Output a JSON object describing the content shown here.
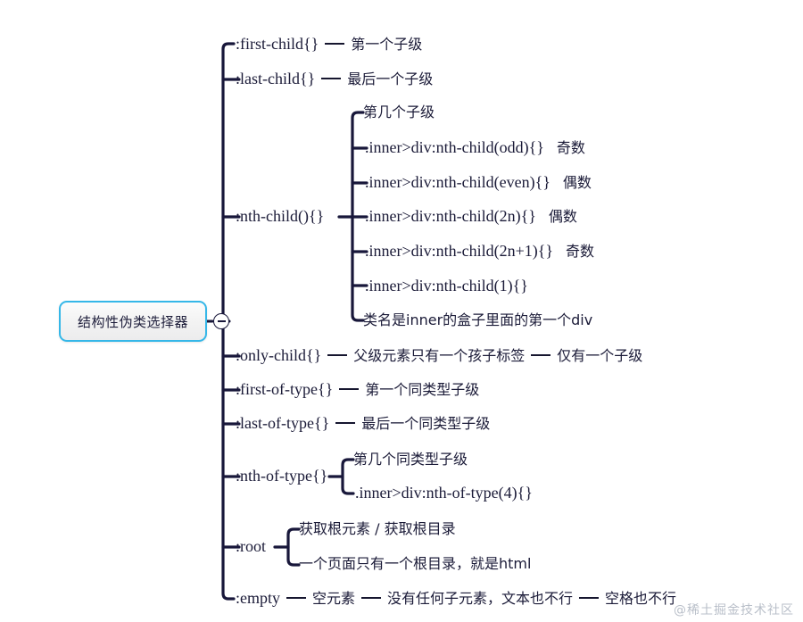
{
  "map": {
    "root": {
      "label": "结构性伪类选择器",
      "border_color": "#35b7e8",
      "toggle_icon": "minus-circle-icon"
    },
    "line_color": "#18173a",
    "text_color": "#1b1b38",
    "branches": [
      {
        "id": "first-child",
        "selector": ":first-child{}",
        "notes": [
          "第一个子级"
        ]
      },
      {
        "id": "last-child",
        "selector": ":last-child{}",
        "notes": [
          "最后一个子级"
        ]
      },
      {
        "id": "nth-child",
        "selector": ":nth-child(){}",
        "notes": [],
        "children": [
          {
            "id": "nth-child-desc",
            "text": "第几个子级",
            "note": ""
          },
          {
            "id": "nth-child-odd",
            "text": ".inner>div:nth-child(odd){}",
            "note": "奇数"
          },
          {
            "id": "nth-child-even",
            "text": ".inner>div:nth-child(even){}",
            "note": "偶数"
          },
          {
            "id": "nth-child-2n",
            "text": ".inner>div:nth-child(2n){}",
            "note": "偶数"
          },
          {
            "id": "nth-child-2n1",
            "text": ".inner>div:nth-child(2n+1){}",
            "note": "奇数"
          },
          {
            "id": "nth-child-1",
            "text": ".inner>div:nth-child(1){}",
            "note": ""
          },
          {
            "id": "nth-child-1-desc",
            "text": "类名是inner的盒子里面的第一个div",
            "note": ""
          }
        ]
      },
      {
        "id": "only-child",
        "selector": ":only-child{}",
        "notes": [
          "父级元素只有一个孩子标签",
          "仅有一个子级"
        ]
      },
      {
        "id": "first-of-type",
        "selector": ":first-of-type{}",
        "notes": [
          "第一个同类型子级"
        ]
      },
      {
        "id": "last-of-type",
        "selector": ":last-of-type{}",
        "notes": [
          "最后一个同类型子级"
        ]
      },
      {
        "id": "nth-of-type",
        "selector": ":nth-of-type{}",
        "notes": [],
        "children": [
          {
            "id": "nth-of-type-desc",
            "text": "第几个同类型子级",
            "note": ""
          },
          {
            "id": "nth-of-type-4",
            "text": ".inner>div:nth-of-type(4){}",
            "note": ""
          }
        ]
      },
      {
        "id": "root-sel",
        "selector": ":root",
        "notes": [],
        "children": [
          {
            "id": "root-desc-1",
            "text": "获取根元素 / 获取根目录",
            "note": ""
          },
          {
            "id": "root-desc-2",
            "text": "一个页面只有一个根目录，就是html",
            "note": ""
          }
        ]
      },
      {
        "id": "empty",
        "selector": ":empty",
        "notes": [
          "空元素",
          "没有任何子元素，文本也不行",
          "空格也不行"
        ]
      }
    ]
  },
  "watermark": "@稀土掘金技术社区"
}
